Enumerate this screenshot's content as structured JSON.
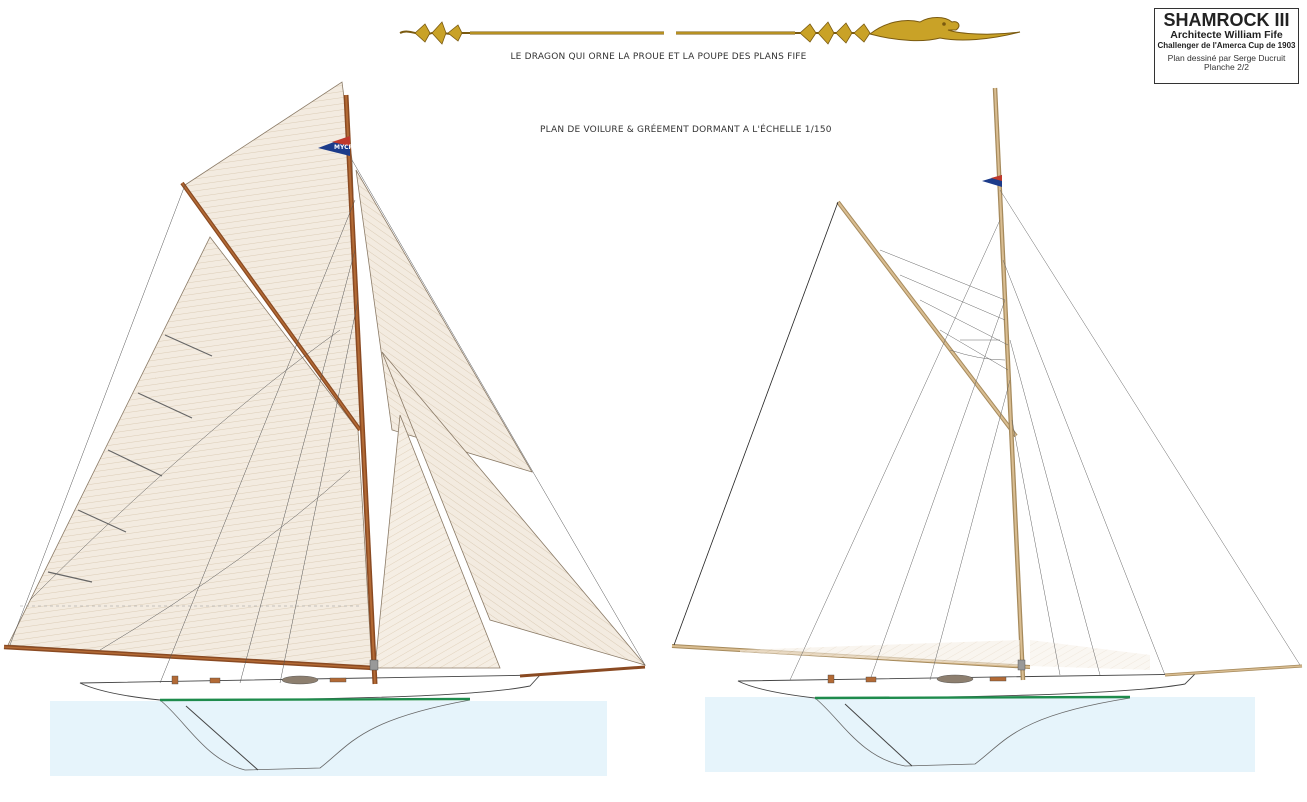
{
  "header": {
    "dragon_caption": "LE DRAGON QUI ORNE LA PROUE ET LA POUPE DES PLANS FIFE",
    "plan_caption": "PLAN DE VOILURE & GRÉEMENT DORMANT A L'ÉCHELLE 1/150"
  },
  "title_block": {
    "name": "SHAMROCK III",
    "architect": "Architecte William Fife",
    "subtitle": "Challenger de l'Amerca Cup de 1903",
    "drawn_by": "Plan dessiné par Serge Ducruit",
    "sheet": "Planche 2/2"
  },
  "flag": {
    "label": "MYCP"
  },
  "colors": {
    "water": "#e6f4fb",
    "sail_fill": "#f3ebe0",
    "sail_hatch": "#d6c5ac",
    "mast_dark": "#8a4a22",
    "mast_light": "#d9bd91",
    "gold": "#c9a227",
    "waterline": "#1e8b4c",
    "flag_red": "#c0392b",
    "flag_blue": "#1c3b8a"
  },
  "icons": [
    "dragon-ornament-icon",
    "burgee-flag-icon"
  ]
}
